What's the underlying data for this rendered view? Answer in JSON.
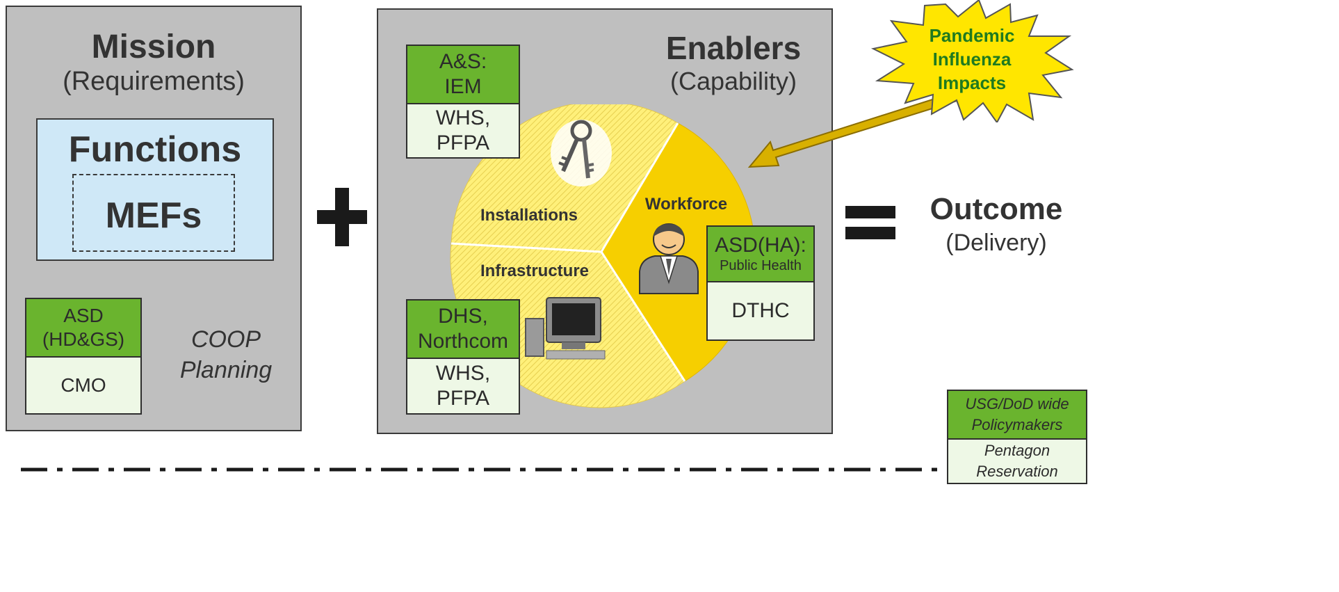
{
  "mission": {
    "title": "Mission",
    "subtitle": "(Requirements)",
    "functions_label": "Functions",
    "mefs_label": "MEFs",
    "owner_box": {
      "top": "ASD\n(HD&GS)",
      "bottom": "CMO"
    },
    "coop_label": "COOP\nPlanning"
  },
  "plus_symbol": "+",
  "enablers": {
    "title": "Enablers",
    "subtitle": "(Capability)",
    "segments": {
      "installations": "Installations",
      "infrastructure": "Infrastructure",
      "workforce": "Workforce"
    },
    "boxes": {
      "installations": {
        "top": "A&S:\nIEM",
        "bottom": "WHS,\nPFPA"
      },
      "infrastructure": {
        "top": "DHS,\nNorthcom",
        "bottom": "WHS,\nPFPA"
      },
      "workforce": {
        "top_main": "ASD(HA):",
        "top_sub": "Public Health",
        "bottom": "DTHC"
      }
    },
    "icons": [
      "keys-icon",
      "computer-icon",
      "person-icon"
    ]
  },
  "pandemic": {
    "label": "Pandemic\nInfluenza\nImpacts"
  },
  "equals_symbol": "=",
  "outcome": {
    "title": "Outcome",
    "subtitle": "(Delivery)"
  },
  "legend": {
    "top": "USG/DoD wide\nPolicymakers",
    "bottom": "Pentagon\nReservation"
  },
  "colors": {
    "panel_gray": "#bfbfbf",
    "functions_blue": "#cfe8f7",
    "owner_green": "#6ab42e",
    "light_green": "#eef8e6",
    "pie_yellow": "#fff07a",
    "workforce_gold": "#f6cf00",
    "star_yellow": "#ffe600",
    "star_text": "#1f7a1f"
  }
}
